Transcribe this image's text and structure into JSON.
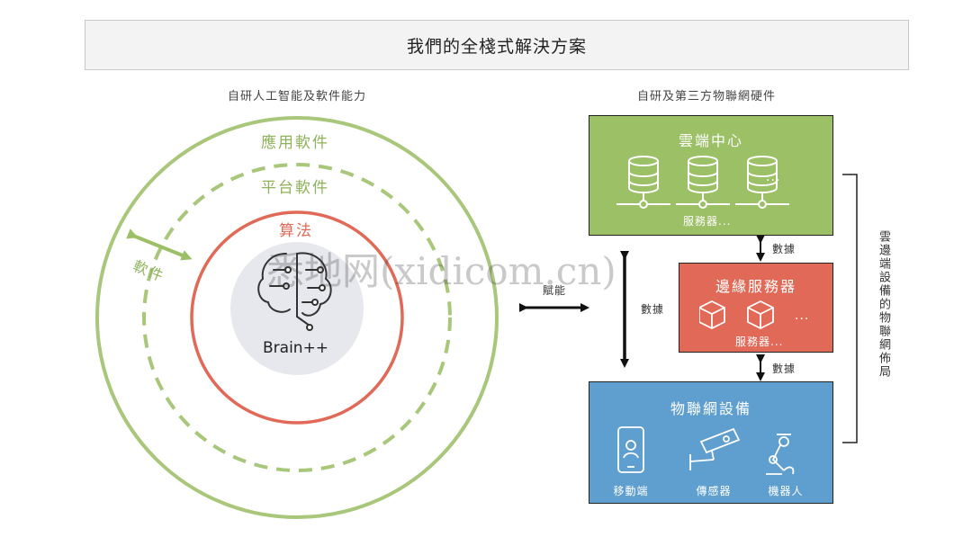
{
  "title": "我們的全棧式解決方案",
  "left_section": {
    "title": "自研人工智能及軟件能力",
    "rings": {
      "outer": "應用軟件",
      "middle": "平台軟件",
      "inner": "算法",
      "width_label": "軟件"
    },
    "core": "Brain++"
  },
  "right_section": {
    "title": "自研及第三方物聯網硬件",
    "cloud": {
      "title": "雲端中心",
      "caption": "服務器...",
      "ellipsis": "..."
    },
    "edge": {
      "title": "邊緣服務器",
      "caption": "服務器...",
      "ellipsis": "..."
    },
    "iot": {
      "title": "物聯網設備",
      "devices": [
        "移動端",
        "傳感器",
        "機器人"
      ]
    },
    "data_label_vertical": "數據",
    "data_label_cloud_edge": "數據",
    "data_label_edge_iot": "數據",
    "bracket_label": "雲邊端設備的物聯網佈局"
  },
  "empower_label": "賦能",
  "watermark": "悉地网(xidicom.cn)",
  "colors": {
    "green": "#9cc066",
    "green_ring": "#a8c77a",
    "red": "#e06957",
    "blue": "#5f9fd0",
    "core_bg": "#e6e8ee"
  }
}
